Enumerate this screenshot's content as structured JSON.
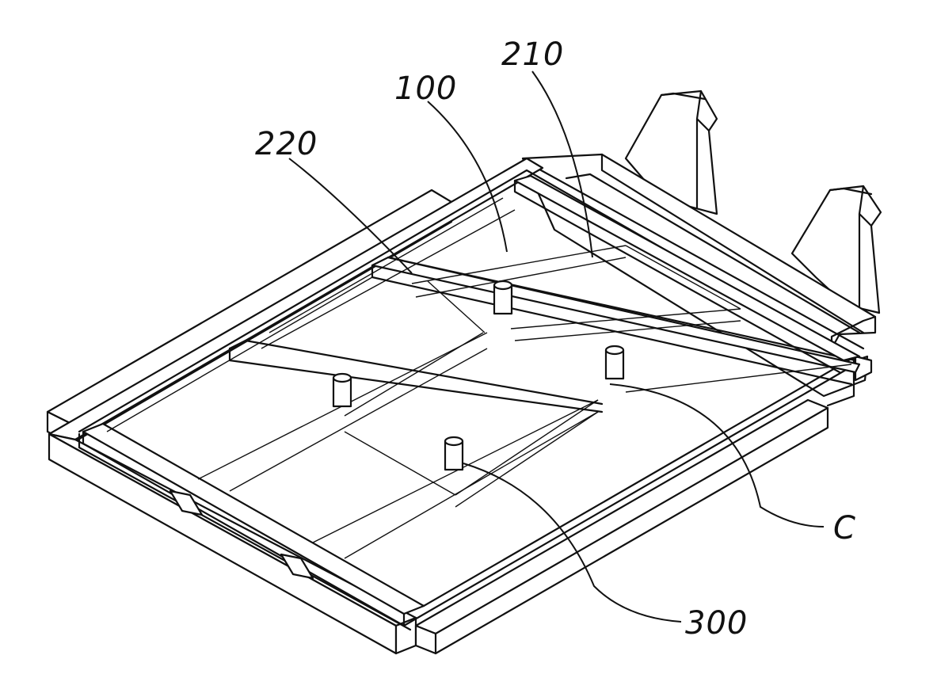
{
  "figure": {
    "labels": {
      "ref_100": "100",
      "ref_210": "210",
      "ref_220": "220",
      "ref_300": "300",
      "ref_c": "C"
    }
  }
}
